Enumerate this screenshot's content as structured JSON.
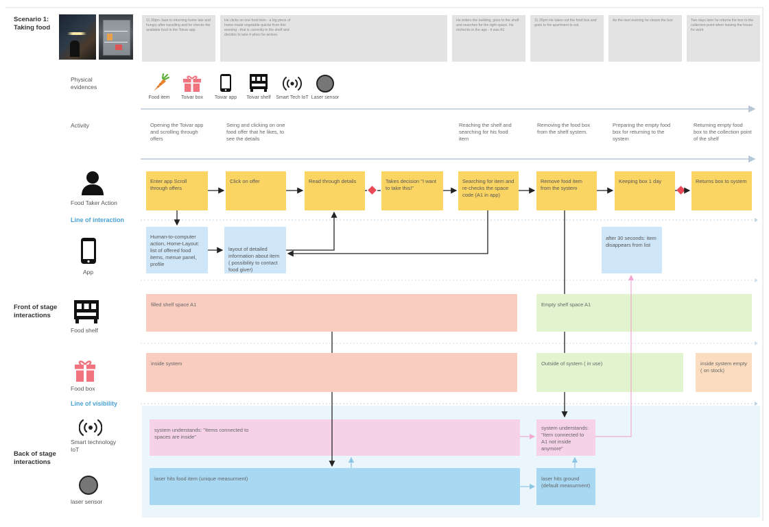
{
  "scenario": {
    "title_line1": "Scenario 1:",
    "title_line2": "Taking food"
  },
  "story": [
    "11.30pm Jaan is returning home late and hungry after travelling and he checks the available food in the Toivar app.",
    "He clicks on one food item - a big piece of home-made vegetable quiche from this evening - that is currently in the shelf and decides to take it when he arrives.",
    "He enters the building, goes to the shelf and searches for the right space. He rechecks in the app - it was A1",
    "11.35pm He takes out the food box and goes to his apartment to eat.",
    "As the next evening he cleans the box",
    "Two days later he returns the box to the collection point when leaving the house for work"
  ],
  "rows": {
    "physical_evidences_1": "Physical",
    "physical_evidences_2": "evidences",
    "activity": "Activity",
    "food_taker": "Food Taker Action",
    "line_interaction": "Line of interaction",
    "app": "App",
    "front_stage_1": "Front of stage",
    "front_stage_2": "interactions",
    "food_shelf": "Food shelf",
    "food_box": "Food box",
    "line_visibility": "Line of visibility",
    "smart_tech_1": "Smart technology",
    "smart_tech_2": "IoT",
    "back_stage_1": "Back of stage",
    "back_stage_2": "interactions",
    "laser": "laser sensor"
  },
  "evidences": [
    {
      "label": "Food item",
      "icon": "carrot-icon"
    },
    {
      "label": "Toivar box",
      "icon": "gift-box-icon"
    },
    {
      "label": "Toivar app",
      "icon": "phone-icon"
    },
    {
      "label": "Toivar shelf",
      "icon": "shelf-icon"
    },
    {
      "label": "Smart Tech IoT",
      "icon": "signal-icon"
    },
    {
      "label": "Laser sensor",
      "icon": "sensor-circle-icon"
    }
  ],
  "activities": [
    "Opening the Toivar app and scrolling through offers",
    "Seing and clicking on one food offer that he likes, to see the details",
    "Reaching the shelf and searching for his food item",
    "Removing the food box from the shelf system.",
    "Preparing the empty food box for returning to the system",
    "Returning empty food box to the collection point of the shelf"
  ],
  "actions": [
    "Enter app Scroll through offers",
    "Click on offer",
    "Read through details",
    "Takes decision \"I want to take this!\"",
    "Searching for item and re-checks the space code (A1 in app)",
    "Remove food item from the system",
    "Keeping box 1 day",
    "Returns box to system"
  ],
  "app_boxes": [
    "Human-to-computer action, Home-Layout: list of offered food items, menue panel, profile",
    "layout of detailed information about item ( possibility to contact food giver)",
    "after 30 seconds: item disappears from list"
  ],
  "shelf": {
    "filled": "filled shelf space A1",
    "empty": "Empty shelf space A1"
  },
  "box": {
    "inside": "inside system",
    "outside": "Outside of system ( in use)",
    "stock": "inside system empty ( on stock)"
  },
  "iot": {
    "understands1": "system understands: \"Items connected to spaces are inside\"",
    "understands2": "system understands: \"Item connected to A1 not inside anymore\""
  },
  "laser": {
    "hits_food": "laser hits food item (unique measurment)",
    "hits_ground": "laser hits ground (default measurment)"
  },
  "colors": {
    "sticky": "#fbd564",
    "blue": "#cfe6f8",
    "red_region": "#f9cdbf",
    "green_region": "#e2f4cf",
    "pink": "#f6d2e9",
    "laser_blue": "#a8d8f2",
    "back_bg": "#eaf6fc",
    "orange": "#fcdcbf",
    "line_blue": "#4aa3d3"
  }
}
